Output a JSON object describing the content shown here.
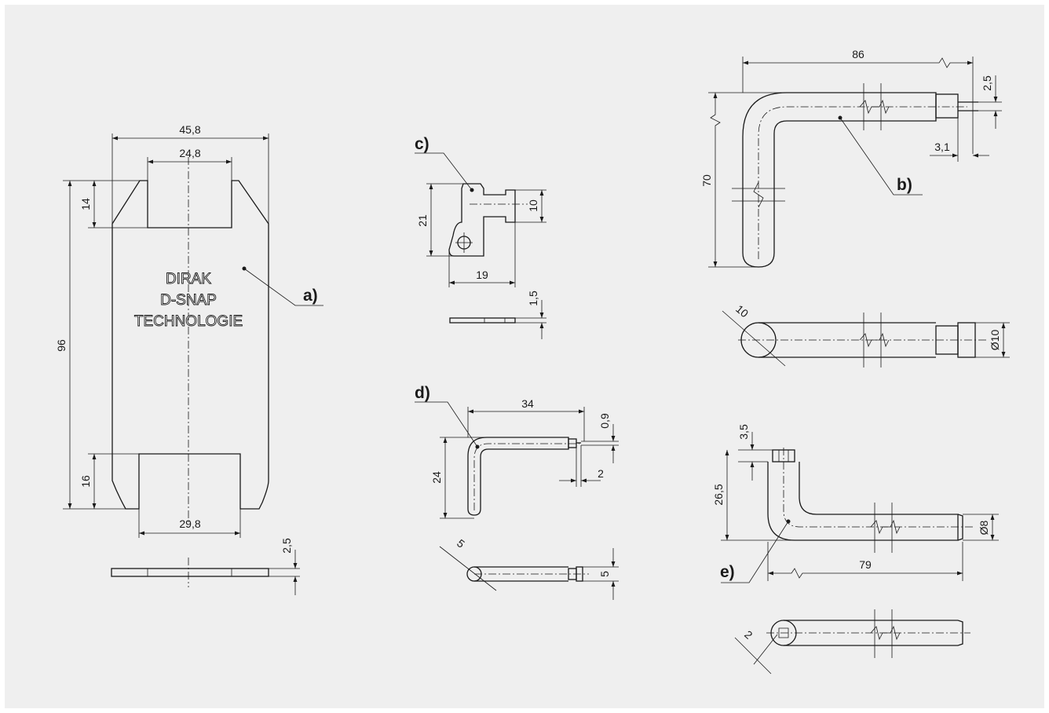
{
  "labels": {
    "a": "a)",
    "b": "b)",
    "c": "c)",
    "d": "d)",
    "e": "e)"
  },
  "engraving": [
    "DIRAK",
    "D-SNAP",
    "TECHNOLOGIE"
  ],
  "dims": {
    "a_width": "45,8",
    "a_top_slot": "24,8",
    "a_top_depth": "14",
    "a_height": "96",
    "a_bot_depth": "16",
    "a_bot_slot": "29,8",
    "a_thick": "2,5",
    "c_height": "21",
    "c_right": "10",
    "c_width": "19",
    "c_thick": "1,5",
    "d_width": "34",
    "d_height": "24",
    "d_pin": "0,9",
    "d_tip": "2",
    "d_dia": "5",
    "d_end": "5",
    "b_width": "86",
    "b_pin": "2,5",
    "b_height": "70",
    "b_tip": "3,1",
    "b_dia": "10",
    "b_end": "Ø10",
    "e_top": "3,5",
    "e_height": "26,5",
    "e_end": "Ø8",
    "e_width": "79",
    "e_dia": "2"
  },
  "colors": {
    "background": "#efefef",
    "line": "#1a1a1a"
  }
}
